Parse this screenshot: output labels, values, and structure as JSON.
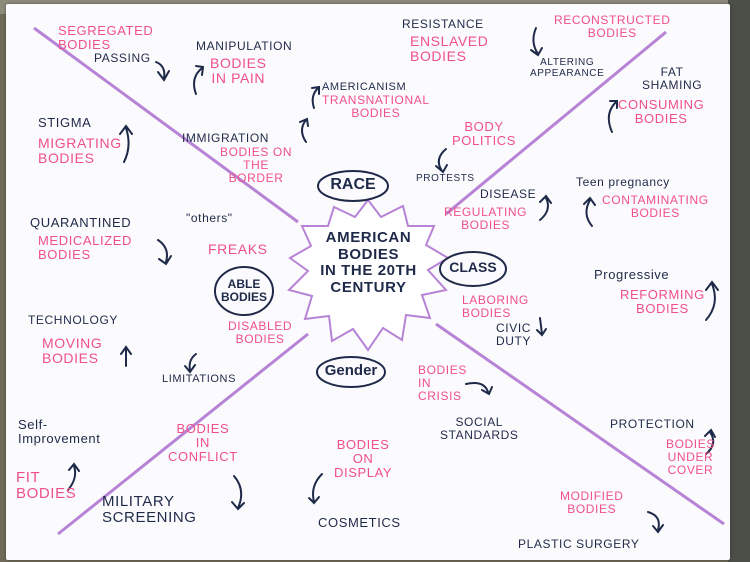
{
  "center": "American\nBodies\nin the 20th\nCentury",
  "hubs": {
    "race": "RACE",
    "class": "CLASS",
    "gender": "Gender",
    "able": "ABLE\nBODIES"
  },
  "labels": {
    "segregated": "Segregated\nBodies",
    "passing": "passing",
    "manipulation": "Manipulation",
    "bodies_in_pain": "Bodies\nin pain",
    "resistance": "Resistance",
    "enslaved": "Enslaved\nBodies",
    "reconstructed": "Reconstructed\nBodies",
    "altering": "Altering\nAppearance",
    "fat_shaming": "Fat\nShaming",
    "consuming": "Consuming\nBodies",
    "stigma": "Stigma",
    "migrating": "Migrating\nBodies",
    "americanism": "Americanism",
    "transnational": "Transnational\nBodies",
    "body_politics": "Body\nPolitics",
    "protests": "Protests",
    "immigration": "Immigration",
    "bodies_border": "Bodies on\nthe\nBorder",
    "disease": "Disease",
    "regulating": "Regulating\nBodies",
    "teen": "Teen pregnancy",
    "contaminating": "Contaminating\nBodies",
    "quarantined": "Quarantined",
    "medicalized": "Medicalized\nBodies",
    "others": "\"others\"",
    "freaks": "Freaks",
    "progressive": "Progressive",
    "reforming": "Reforming\nBodies",
    "technology": "Technology",
    "moving": "Moving\nBodies",
    "disabled": "Disabled\nBodies",
    "limitations": "Limitations",
    "laboring": "Laboring\nBodies",
    "civic": "Civic\nDuty",
    "bodies_crisis": "Bodies\nin\nCrisis",
    "social": "Social\nStandards",
    "self": "Self-\nImprovement",
    "fit": "Fit\nBodies",
    "conflict": "Bodies\nin\nConflict",
    "military": "military\nscreening",
    "display": "Bodies\non\nDisplay",
    "cosmetics": "Cosmetics",
    "protection": "Protection",
    "under_cover": "Bodies\nunder\ncover",
    "modified": "Modified\nBodies",
    "plastic": "Plastic Surgery"
  },
  "colors": {
    "pink": "#f0508a",
    "navy": "#1f2a4a",
    "purple": "#b783d6",
    "paper": "#fbfafc"
  }
}
